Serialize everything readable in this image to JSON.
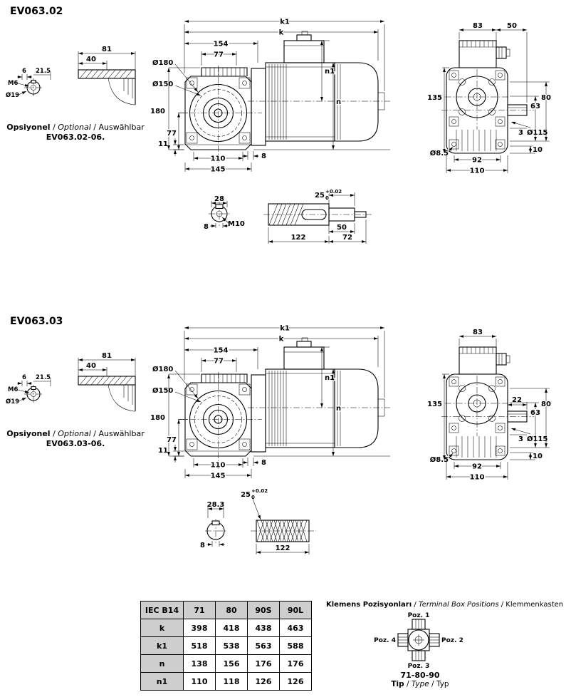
{
  "common": {
    "sep": " / "
  },
  "s1": {
    "title": "EV063.02",
    "optional": {
      "b": "Opsiyonel",
      "i": "Optional",
      "n": "Auswählbar",
      "code": "EV063.02-06."
    },
    "detail": {
      "m6": "M6",
      "d6": "6",
      "d215": "21.5",
      "d19": "Ø19"
    },
    "bracket": {
      "d81": "81",
      "d40": "40"
    },
    "front": {
      "k1": "k1",
      "k": "k",
      "d154": "154",
      "d77_top": "77",
      "dia180": "Ø180",
      "dia150": "Ø150",
      "d180": "180",
      "d77_left": "77",
      "d11": "11",
      "d110": "110",
      "d145": "145",
      "d8": "8",
      "n1": "n1",
      "n": "n"
    },
    "side": {
      "d83": "83",
      "d50": "50",
      "d135": "135",
      "d80": "80",
      "d63": "63",
      "d3": "3",
      "dia115": "Ø115",
      "dia85": "Ø8.5",
      "d92": "92",
      "d110": "110",
      "d10": "10"
    },
    "shaft": {
      "d28": "28",
      "m10": "M10",
      "d8": "8",
      "d25": "25",
      "tol_hi": "+0.02",
      "tol_lo": "0",
      "d50": "50",
      "d122": "122",
      "d72": "72"
    }
  },
  "s2": {
    "title": "EV063.03",
    "optional": {
      "b": "Opsiyonel",
      "i": "Optional",
      "n": "Auswählbar",
      "code": "EV063.03-06."
    },
    "detail": {
      "m6": "M6",
      "d6": "6",
      "d215": "21.5",
      "d19": "Ø19"
    },
    "bracket": {
      "d81": "81",
      "d40": "40"
    },
    "front": {
      "k1": "k1",
      "k": "k",
      "d154": "154",
      "d77_top": "77",
      "dia180": "Ø180",
      "dia150": "Ø150",
      "d180": "180",
      "d77_left": "77",
      "d11": "11",
      "d110": "110",
      "d145": "145",
      "d8": "8",
      "n1": "n1",
      "n": "n"
    },
    "side": {
      "d83": "83",
      "d22": "22",
      "d135": "135",
      "d80": "80",
      "d63": "63",
      "d3": "3",
      "dia115": "Ø115",
      "dia85": "Ø8.5",
      "d92": "92",
      "d110": "110",
      "d10": "10"
    },
    "shaft": {
      "d283": "28.3",
      "d8": "8",
      "d25": "25",
      "tol_hi": "+0.02",
      "tol_lo": "0",
      "d122": "122"
    }
  },
  "table": {
    "header": [
      "IEC B14",
      "71",
      "80",
      "90S",
      "90L"
    ],
    "rows": [
      {
        "label": "k",
        "v": [
          "398",
          "418",
          "438",
          "463"
        ]
      },
      {
        "label": "k1",
        "v": [
          "518",
          "538",
          "563",
          "588"
        ]
      },
      {
        "label": "n",
        "v": [
          "138",
          "156",
          "176",
          "176"
        ]
      },
      {
        "label": "n1",
        "v": [
          "110",
          "118",
          "126",
          "126"
        ]
      }
    ]
  },
  "terminal": {
    "title": {
      "b": "Klemens Pozisyonları",
      "i": "Terminal Box Positions",
      "n": "Klemmenkasten"
    },
    "positions": {
      "p1": "Poz. 1",
      "p2": "Poz. 2",
      "p3": "Poz. 3",
      "p4": "Poz. 4"
    },
    "model": "71-80-90",
    "tip": {
      "b": "Tip",
      "i": "Type",
      "n": "Typ"
    }
  }
}
